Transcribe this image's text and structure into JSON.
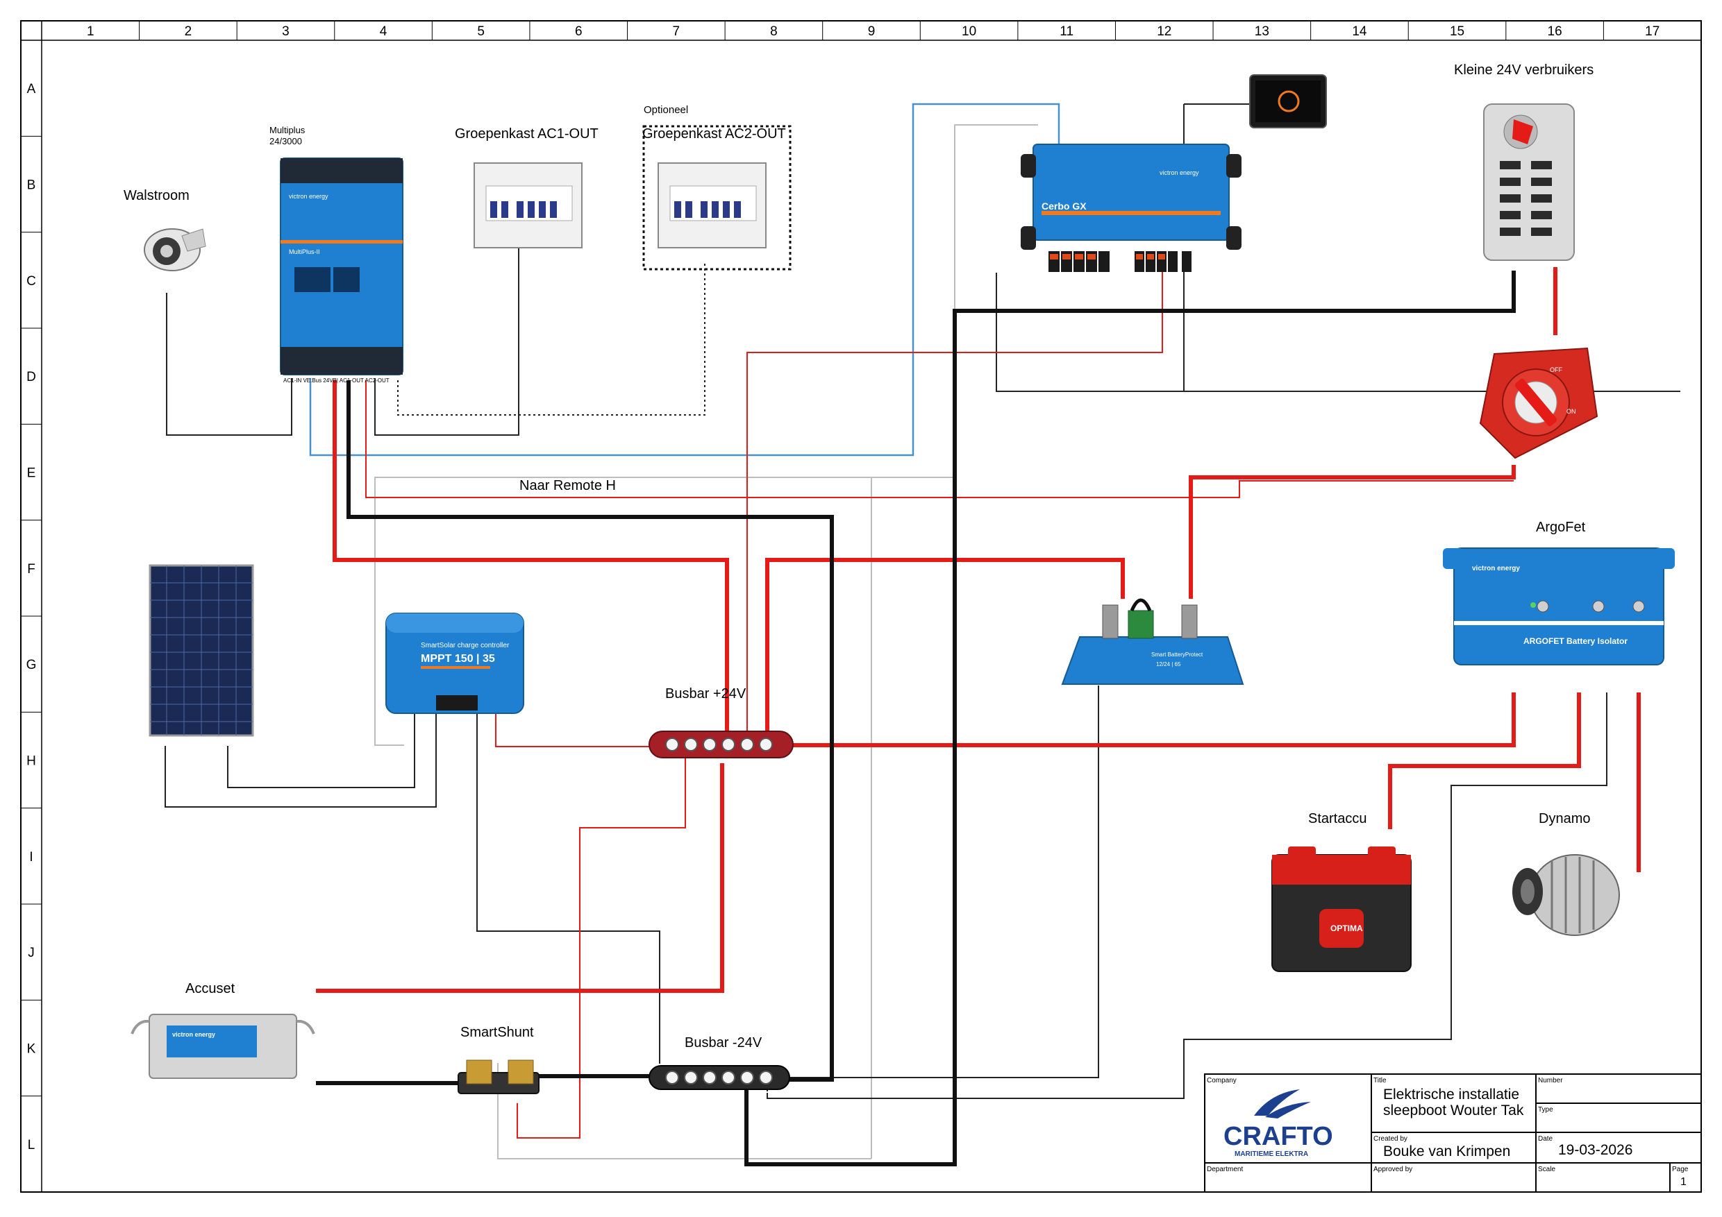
{
  "grid": {
    "columns": [
      "1",
      "2",
      "3",
      "4",
      "5",
      "6",
      "7",
      "8",
      "9",
      "10",
      "11",
      "12",
      "13",
      "14",
      "15",
      "16",
      "17"
    ],
    "rows": [
      "A",
      "B",
      "C",
      "D",
      "E",
      "F",
      "G",
      "H",
      "I",
      "J",
      "K",
      "L"
    ]
  },
  "components": {
    "walstroom": "Walstroom",
    "multiplus_line1": "Multiplus",
    "multiplus_line2": "24/3000",
    "multiplus_ports": "AC1-IN  VE.Bus     24VB|    AC1-OUT AC2-OUT",
    "multiplus_brand": "victron energy",
    "multiplus_model": "MultiPlus-II",
    "groepenkast1": "Groepenkast AC1-OUT",
    "optioneel": "Optioneel",
    "groepenkast2": "Groepenkast AC2-OUT",
    "cerbo": "Cerbo GX",
    "cerbo_brand": "victron energy",
    "kleine": "Kleine 24V verbruikers",
    "naar_remote": "Naar Remote H",
    "argofet": "ArgoFet",
    "argofet_brand": "victron energy",
    "argofet_model": "ARGOFET Battery Isolator",
    "mppt_brand": "SmartSolar charge controller",
    "mppt_model": "MPPT 150 | 35",
    "sbp_model": "Smart BatteryProtect",
    "sbp_spec": "12/24 | 65",
    "busbar_plus": "Busbar +24V",
    "busbar_min": "Busbar -24V",
    "startaccu": "Startaccu",
    "dynamo": "Dynamo",
    "accuset": "Accuset",
    "accuset_brand": "victron energy",
    "smartshunt": "SmartShunt",
    "switch_off": "OFF",
    "switch_on": "ON",
    "optima": "OPTIMA"
  },
  "title_block": {
    "company_label": "Company",
    "logo_text": "CRAFTO",
    "logo_sub": "MARITIEME ELEKTRA",
    "department_label": "Department",
    "title_label": "Title",
    "title_line1": "Elektrische installatie",
    "title_line2": "sleepboot Wouter Tak",
    "created_label": "Created by",
    "created_value": "Bouke van Krimpen",
    "approved_label": "Approved by",
    "number_label": "Number",
    "type_label": "Type",
    "date_label": "Date",
    "date_value": "19-03-2026",
    "scale_label": "Scale",
    "page_label": "Page",
    "page_value": "1"
  },
  "colors": {
    "positive": "#e41b17",
    "negative": "#111111",
    "signal": "#4a90c8",
    "neutral": "#bdbdbd",
    "victron_blue": "#1f7fd0",
    "logo_blue": "#1c3f8f"
  }
}
